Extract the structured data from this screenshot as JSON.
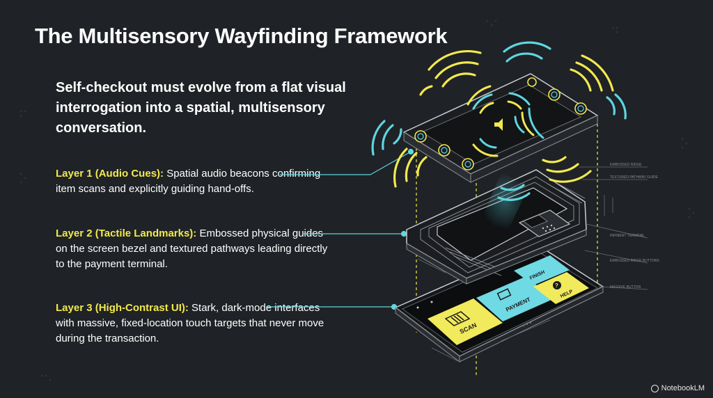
{
  "title": "The Multisensory Wayfinding Framework",
  "subtitle": "Self-checkout must evolve from a flat visual interrogation into a spatial, multisensory conversation.",
  "layers": [
    {
      "title": "Layer 1 (Audio Cues):",
      "text": " Spatial audio beacons confirming item scans and explicitly guiding hand-offs."
    },
    {
      "title": "Layer 2 (Tactile Landmarks):",
      "text": " Embossed physical guides on the screen bezel and textured pathways leading directly to the payment terminal."
    },
    {
      "title": "Layer 3 (High-Contrast UI):",
      "text": " Stark, dark-mode interfaces with massive, fixed-location touch targets that never move during the transaction."
    }
  ],
  "ui_buttons": {
    "scan": "SCAN",
    "payment": "PAYMENT",
    "finish": "FINISH",
    "help": "HELP",
    "help_symbol": "?"
  },
  "annotations": {
    "a1": "EMBOSSED RIDGE",
    "a2": "TEXTURED PATHWAY GUIDE",
    "a3": "PAYMENT TERMINAL",
    "a4": "EMBOSSED RIDGE BUTTONS",
    "a5": "MASSIVE BUTTON"
  },
  "brand": "NotebookLM",
  "colors": {
    "background": "#1f2226",
    "accent_yellow": "#f2e94e",
    "accent_cyan": "#5ed6e0",
    "button_yellow": "#f0ea5c",
    "button_cyan": "#6fd9e4"
  }
}
